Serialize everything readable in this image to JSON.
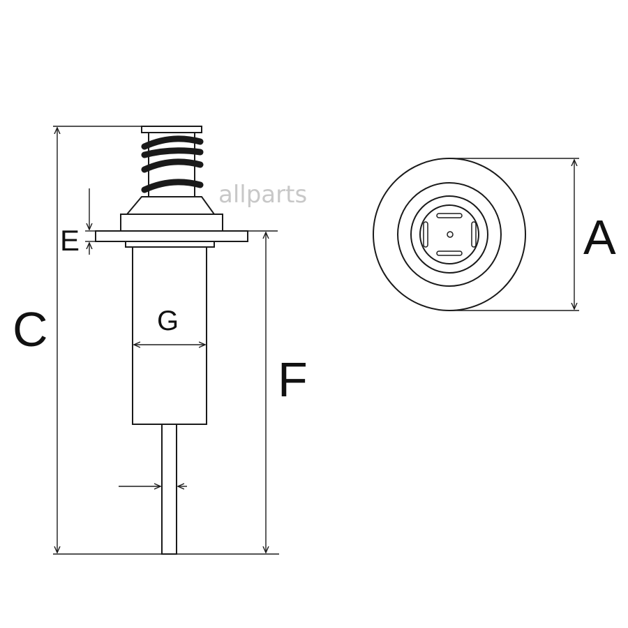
{
  "watermark": "allparts",
  "labels": {
    "a": "A",
    "c": "C",
    "e": "E",
    "f": "F",
    "g": "G"
  },
  "colors": {
    "line": "#1a1a1a",
    "watermark": "#c8c8c8",
    "background": "#ffffff"
  }
}
